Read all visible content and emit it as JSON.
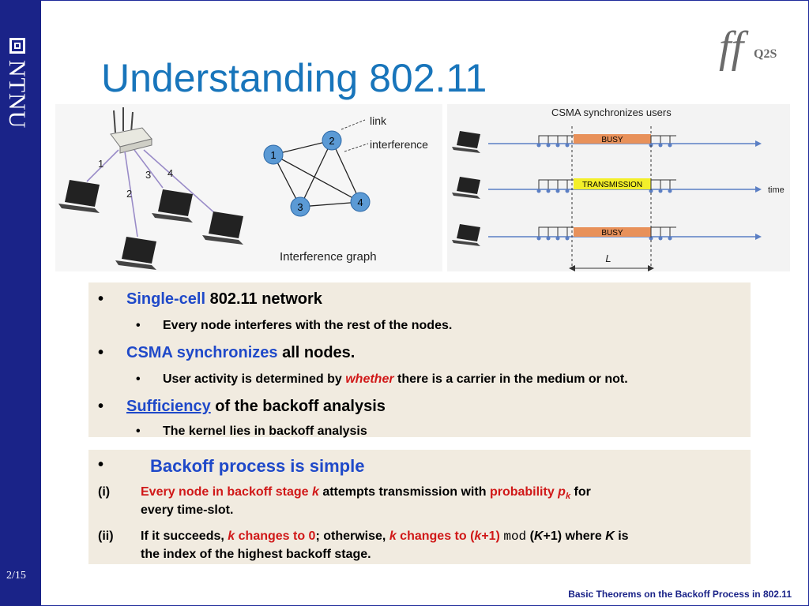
{
  "sidebar": {
    "brand": "NTNU",
    "page": "2/15"
  },
  "header": {
    "title": "Understanding 802.11",
    "logo_text": "Q2S"
  },
  "figure_left": {
    "edge_labels": [
      "1",
      "2",
      "3",
      "4"
    ],
    "legend_link": "link",
    "legend_interference": "interference",
    "nodes": [
      "1",
      "2",
      "3",
      "4"
    ],
    "caption": "Interference graph"
  },
  "figure_right": {
    "title": "CSMA synchronizes users",
    "row_labels": [
      "BUSY",
      "TRANSMISSION",
      "BUSY"
    ],
    "time_label": "time",
    "length_label": "L"
  },
  "box1": {
    "b1_highlight": "Single-cell",
    "b1_rest": "802.11 network",
    "b1_sub": "Every node interferes with the rest of the nodes.",
    "b2_highlight": "CSMA synchronizes",
    "b2_rest": "all nodes.",
    "b2_sub_1": "User activity is determined by",
    "b2_sub_em": "whether",
    "b2_sub_2": "there is a carrier in the medium or not.",
    "b3_highlight": "Sufficiency",
    "b3_rest": "of the backoff analysis",
    "b3_sub": "The kernel lies in backoff analysis"
  },
  "box2": {
    "heading": "Backoff process is simple",
    "i_label": "(i)",
    "i_red1": "Every node in backoff stage",
    "i_k": "k",
    "i_mid": "attempts transmission with",
    "i_red2": "probability",
    "i_p": "p",
    "i_sub": "k",
    "i_for": "for",
    "i_line2": "every time-slot.",
    "ii_label": "(ii)",
    "ii_a": "If it succeeds,",
    "ii_k1": "k",
    "ii_red1": "changes to 0",
    "ii_b": "; otherwise,",
    "ii_k2": "k",
    "ii_red2": "changes to (",
    "ii_k3": "k",
    "ii_red3": "+1)",
    "ii_mod": "mod",
    "ii_c1": "(",
    "ii_K1": "K",
    "ii_c2": "+1) where",
    "ii_K2": "K",
    "ii_c3": "is",
    "ii_line2": "the index of the highest backoff stage."
  },
  "footer": "Basic Theorems on the Backoff Process in 802.11"
}
